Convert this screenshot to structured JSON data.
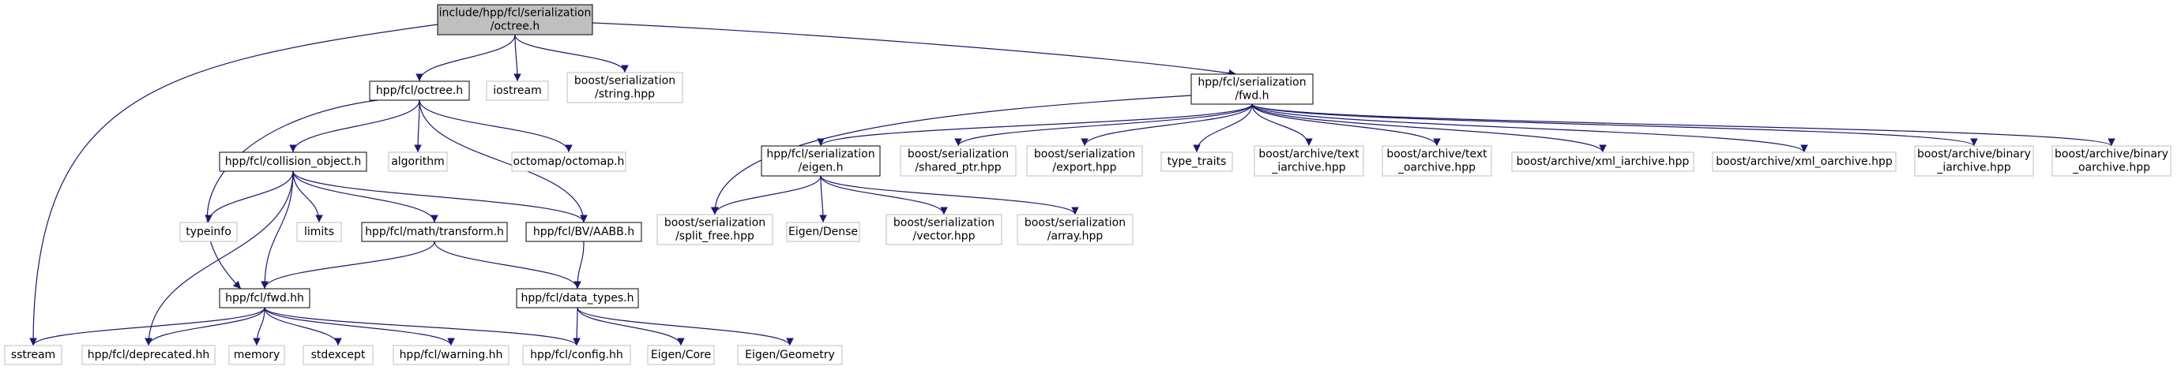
{
  "colors": {
    "root_fill": "#bfbfbf",
    "documented_stroke": "#000000",
    "external_stroke": "#bfbfbf",
    "edge": "#191970",
    "text": "#000000"
  },
  "nodes": [
    {
      "id": "root",
      "kind": "root",
      "lines": [
        "include/hpp/fcl/serialization",
        "/octree.h"
      ]
    },
    {
      "id": "octree",
      "kind": "documented",
      "lines": [
        "hpp/fcl/octree.h"
      ]
    },
    {
      "id": "iostream",
      "kind": "external",
      "lines": [
        "iostream"
      ]
    },
    {
      "id": "string_hpp",
      "kind": "external",
      "lines": [
        "boost/serialization",
        "/string.hpp"
      ]
    },
    {
      "id": "ser_fwd",
      "kind": "documented",
      "lines": [
        "hpp/fcl/serialization",
        "/fwd.h"
      ]
    },
    {
      "id": "collision_object",
      "kind": "documented",
      "lines": [
        "hpp/fcl/collision_object.h"
      ]
    },
    {
      "id": "algorithm",
      "kind": "external",
      "lines": [
        "algorithm"
      ]
    },
    {
      "id": "octomap",
      "kind": "external",
      "lines": [
        "octomap/octomap.h"
      ]
    },
    {
      "id": "typeinfo",
      "kind": "external",
      "lines": [
        "typeinfo"
      ]
    },
    {
      "id": "limits",
      "kind": "external",
      "lines": [
        "limits"
      ]
    },
    {
      "id": "transform",
      "kind": "documented",
      "lines": [
        "hpp/fcl/math/transform.h"
      ]
    },
    {
      "id": "aabb",
      "kind": "documented",
      "lines": [
        "hpp/fcl/BV/AABB.h"
      ]
    },
    {
      "id": "fcl_fwd",
      "kind": "documented",
      "lines": [
        "hpp/fcl/fwd.hh"
      ]
    },
    {
      "id": "data_types",
      "kind": "documented",
      "lines": [
        "hpp/fcl/data_types.h"
      ]
    },
    {
      "id": "sstream",
      "kind": "external",
      "lines": [
        "sstream"
      ]
    },
    {
      "id": "deprecated",
      "kind": "external",
      "lines": [
        "hpp/fcl/deprecated.hh"
      ]
    },
    {
      "id": "memory",
      "kind": "external",
      "lines": [
        "memory"
      ]
    },
    {
      "id": "stdexcept",
      "kind": "external",
      "lines": [
        "stdexcept"
      ]
    },
    {
      "id": "warning",
      "kind": "external",
      "lines": [
        "hpp/fcl/warning.hh"
      ]
    },
    {
      "id": "config",
      "kind": "external",
      "lines": [
        "hpp/fcl/config.hh"
      ]
    },
    {
      "id": "eigen_core",
      "kind": "external",
      "lines": [
        "Eigen/Core"
      ]
    },
    {
      "id": "eigen_geometry",
      "kind": "external",
      "lines": [
        "Eigen/Geometry"
      ]
    },
    {
      "id": "ser_eigen",
      "kind": "documented",
      "lines": [
        "hpp/fcl/serialization",
        "/eigen.h"
      ]
    },
    {
      "id": "shared_ptr",
      "kind": "external",
      "lines": [
        "boost/serialization",
        "/shared_ptr.hpp"
      ]
    },
    {
      "id": "export_hpp",
      "kind": "external",
      "lines": [
        "boost/serialization",
        "/export.hpp"
      ]
    },
    {
      "id": "type_traits",
      "kind": "external",
      "lines": [
        "type_traits"
      ]
    },
    {
      "id": "text_iarchive",
      "kind": "external",
      "lines": [
        "boost/archive/text",
        "_iarchive.hpp"
      ]
    },
    {
      "id": "text_oarchive",
      "kind": "external",
      "lines": [
        "boost/archive/text",
        "_oarchive.hpp"
      ]
    },
    {
      "id": "xml_iarchive",
      "kind": "external",
      "lines": [
        "boost/archive/xml_iarchive.hpp"
      ]
    },
    {
      "id": "xml_oarchive",
      "kind": "external",
      "lines": [
        "boost/archive/xml_oarchive.hpp"
      ]
    },
    {
      "id": "binary_iarchive",
      "kind": "external",
      "lines": [
        "boost/archive/binary",
        "_iarchive.hpp"
      ]
    },
    {
      "id": "binary_oarchive",
      "kind": "external",
      "lines": [
        "boost/archive/binary",
        "_oarchive.hpp"
      ]
    },
    {
      "id": "split_free",
      "kind": "external",
      "lines": [
        "boost/serialization",
        "/split_free.hpp"
      ]
    },
    {
      "id": "eigen_dense",
      "kind": "external",
      "lines": [
        "Eigen/Dense"
      ]
    },
    {
      "id": "vector_hpp",
      "kind": "external",
      "lines": [
        "boost/serialization",
        "/vector.hpp"
      ]
    },
    {
      "id": "array_hpp",
      "kind": "external",
      "lines": [
        "boost/serialization",
        "/array.hpp"
      ]
    }
  ],
  "edges": [
    [
      "root",
      "octree"
    ],
    [
      "root",
      "iostream"
    ],
    [
      "root",
      "string_hpp"
    ],
    [
      "root",
      "ser_fwd"
    ],
    [
      "root",
      "sstream"
    ],
    [
      "octree",
      "collision_object"
    ],
    [
      "octree",
      "algorithm"
    ],
    [
      "octree",
      "octomap"
    ],
    [
      "octree",
      "aabb"
    ],
    [
      "octree",
      "fcl_fwd"
    ],
    [
      "collision_object",
      "typeinfo"
    ],
    [
      "collision_object",
      "limits"
    ],
    [
      "collision_object",
      "transform"
    ],
    [
      "collision_object",
      "aabb"
    ],
    [
      "collision_object",
      "fcl_fwd"
    ],
    [
      "collision_object",
      "deprecated"
    ],
    [
      "transform",
      "fcl_fwd"
    ],
    [
      "transform",
      "data_types"
    ],
    [
      "aabb",
      "data_types"
    ],
    [
      "fcl_fwd",
      "sstream"
    ],
    [
      "fcl_fwd",
      "deprecated"
    ],
    [
      "fcl_fwd",
      "memory"
    ],
    [
      "fcl_fwd",
      "stdexcept"
    ],
    [
      "fcl_fwd",
      "warning"
    ],
    [
      "fcl_fwd",
      "config"
    ],
    [
      "data_types",
      "config"
    ],
    [
      "data_types",
      "eigen_core"
    ],
    [
      "data_types",
      "eigen_geometry"
    ],
    [
      "ser_fwd",
      "ser_eigen"
    ],
    [
      "ser_fwd",
      "shared_ptr"
    ],
    [
      "ser_fwd",
      "export_hpp"
    ],
    [
      "ser_fwd",
      "type_traits"
    ],
    [
      "ser_fwd",
      "text_iarchive"
    ],
    [
      "ser_fwd",
      "text_oarchive"
    ],
    [
      "ser_fwd",
      "xml_iarchive"
    ],
    [
      "ser_fwd",
      "xml_oarchive"
    ],
    [
      "ser_fwd",
      "binary_iarchive"
    ],
    [
      "ser_fwd",
      "binary_oarchive"
    ],
    [
      "ser_fwd",
      "split_free"
    ],
    [
      "ser_eigen",
      "split_free"
    ],
    [
      "ser_eigen",
      "eigen_dense"
    ],
    [
      "ser_eigen",
      "vector_hpp"
    ],
    [
      "ser_eigen",
      "array_hpp"
    ]
  ]
}
